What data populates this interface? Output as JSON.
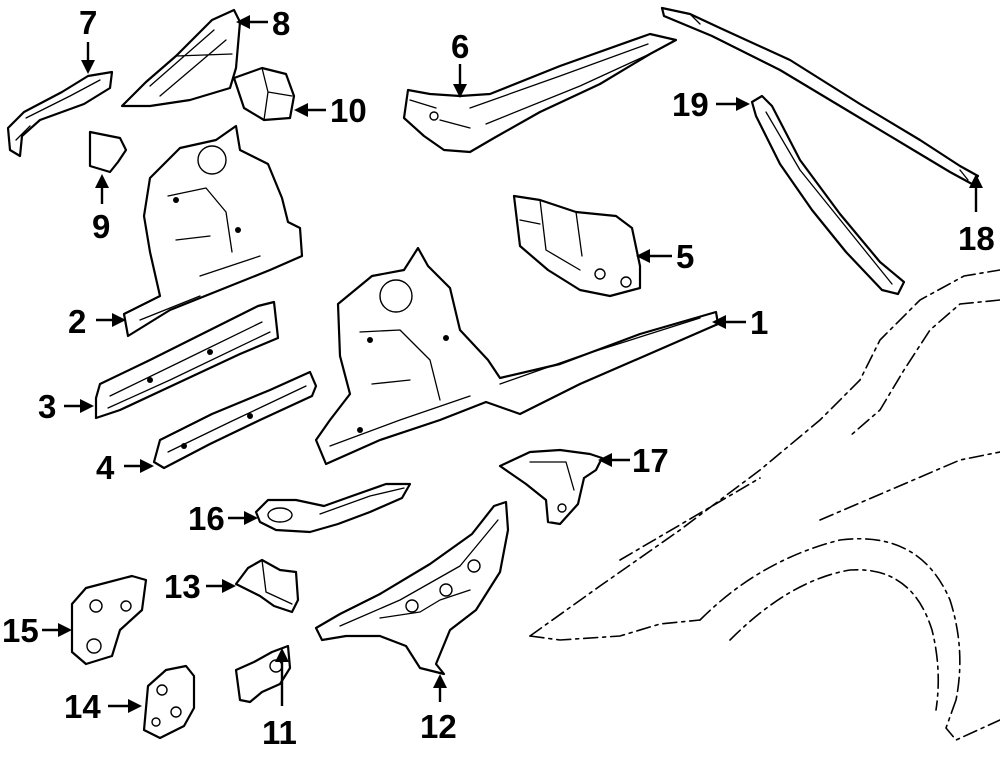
{
  "diagram": {
    "callouts": [
      {
        "label": "1"
      },
      {
        "label": "2"
      },
      {
        "label": "3"
      },
      {
        "label": "4"
      },
      {
        "label": "5"
      },
      {
        "label": "6"
      },
      {
        "label": "7"
      },
      {
        "label": "8"
      },
      {
        "label": "9"
      },
      {
        "label": "10"
      },
      {
        "label": "11"
      },
      {
        "label": "12"
      },
      {
        "label": "13"
      },
      {
        "label": "14"
      },
      {
        "label": "15"
      },
      {
        "label": "16"
      },
      {
        "label": "17"
      },
      {
        "label": "18"
      },
      {
        "label": "19"
      }
    ]
  }
}
